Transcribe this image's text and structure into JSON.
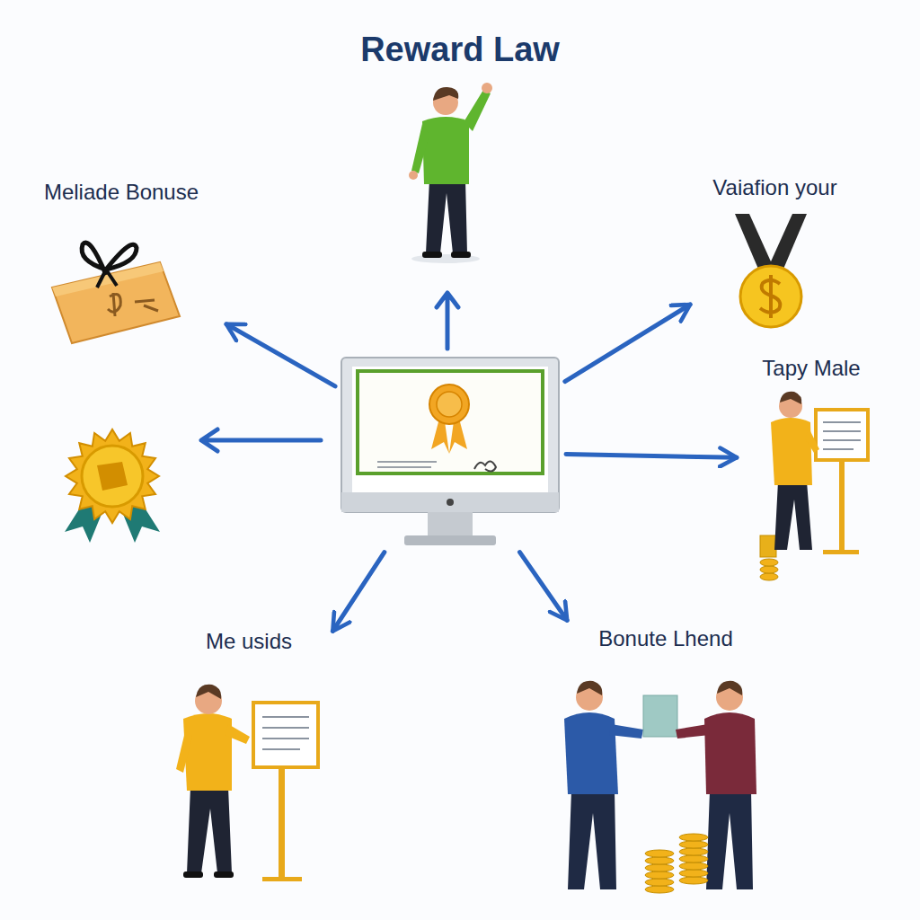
{
  "diagram": {
    "title": "Reward Law",
    "nodes": [
      {
        "text": [
          "Meliade Bonuse"
        ]
      },
      {
        "text": [
          "Vaiafion your"
        ]
      },
      {
        "text": [
          "Tapy Male"
        ]
      },
      {
        "text": []
      },
      {
        "text": [
          "Me usids"
        ]
      },
      {
        "text": [
          "Bonute Lhend"
        ]
      }
    ],
    "edges": [
      {
        "from": 3,
        "to": 0,
        "arrow": "to"
      },
      {
        "from": 3,
        "to": 1,
        "arrow": "to"
      },
      {
        "from": 3,
        "to": 2,
        "arrow": "to"
      },
      {
        "from": 3,
        "to": 4,
        "arrow": "to"
      },
      {
        "from": 3,
        "to": 5,
        "arrow": "to"
      }
    ]
  }
}
